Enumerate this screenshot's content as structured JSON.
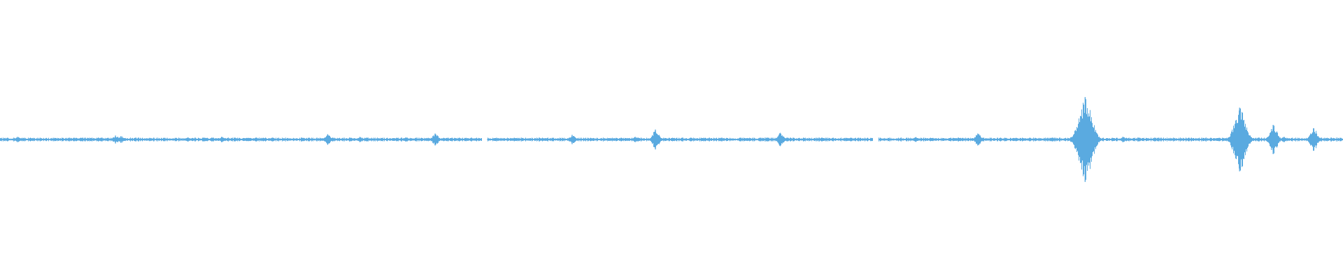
{
  "waveform": {
    "color": "#5aaae0",
    "background": "#ffffff",
    "baseline_amplitude": 0.012,
    "gaps": [
      {
        "start": 0.3585,
        "end": 0.3625
      },
      {
        "start": 0.65,
        "end": 0.654
      }
    ],
    "peaks": [
      {
        "position": 0.013,
        "amplitude": 0.02
      },
      {
        "position": 0.086,
        "amplitude": 0.03
      },
      {
        "position": 0.09,
        "amplitude": 0.025
      },
      {
        "position": 0.14,
        "amplitude": 0.015
      },
      {
        "position": 0.165,
        "amplitude": 0.02
      },
      {
        "position": 0.244,
        "amplitude": 0.04
      },
      {
        "position": 0.268,
        "amplitude": 0.02
      },
      {
        "position": 0.324,
        "amplitude": 0.045
      },
      {
        "position": 0.426,
        "amplitude": 0.035
      },
      {
        "position": 0.473,
        "amplitude": 0.02
      },
      {
        "position": 0.488,
        "amplitude": 0.075
      },
      {
        "position": 0.581,
        "amplitude": 0.05
      },
      {
        "position": 0.682,
        "amplitude": 0.018
      },
      {
        "position": 0.728,
        "amplitude": 0.045
      },
      {
        "position": 0.808,
        "amplitude": 0.32
      },
      {
        "position": 0.836,
        "amplitude": 0.02
      },
      {
        "position": 0.923,
        "amplitude": 0.24
      },
      {
        "position": 0.948,
        "amplitude": 0.11
      },
      {
        "position": 0.956,
        "amplitude": 0.02
      },
      {
        "position": 0.978,
        "amplitude": 0.085
      }
    ]
  }
}
